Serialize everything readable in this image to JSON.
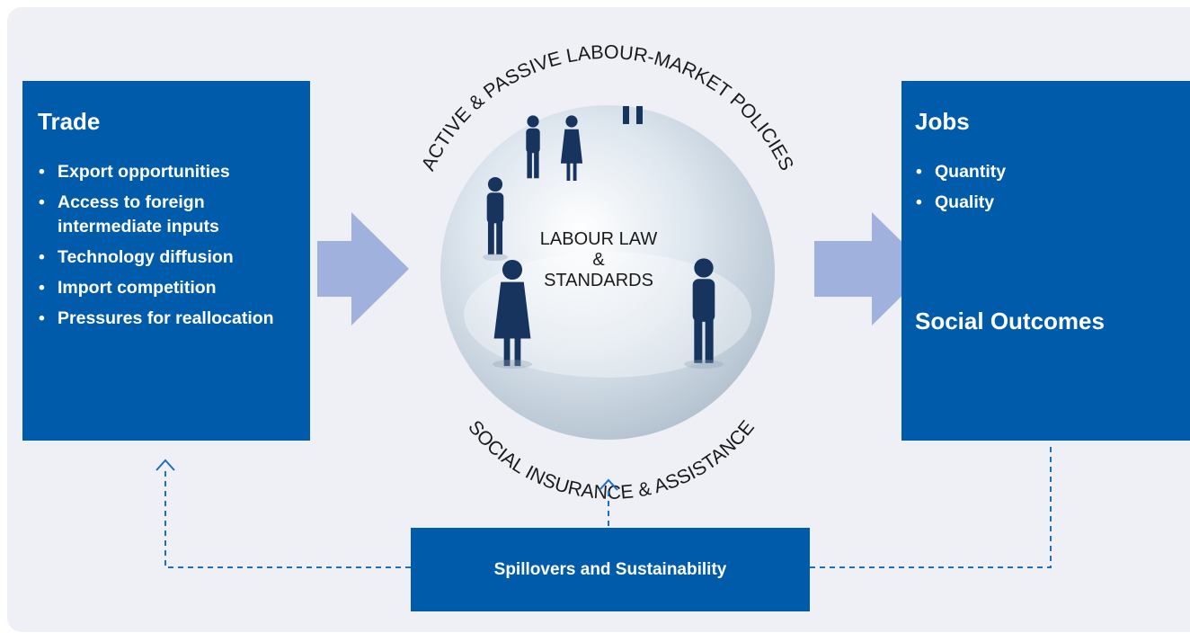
{
  "trade": {
    "title": "Trade",
    "items": [
      "Export opportunities",
      "Access to foreign intermediate inputs",
      "Technology diffusion",
      "Import competition",
      "Pressures for reallocation"
    ]
  },
  "jobs": {
    "title": "Jobs",
    "items": [
      "Quantity",
      "Quality"
    ]
  },
  "social": {
    "title": "Social Outcomes"
  },
  "center": {
    "top_arc": "ACTIVE & PASSIVE LABOUR-MARKET POLICIES",
    "bottom_arc": "SOCIAL INSURANCE & ASSISTANCE",
    "line1": "LABOUR LAW",
    "line2": "&",
    "line3": "STANDARDS"
  },
  "spillovers": {
    "label": "Spillovers and Sustainability"
  },
  "colors": {
    "box_blue": "#005bab",
    "arrow_fill": "#9fb1dc",
    "dashed_line": "#1f6fbf",
    "panel_bg": "#eef0f6"
  }
}
